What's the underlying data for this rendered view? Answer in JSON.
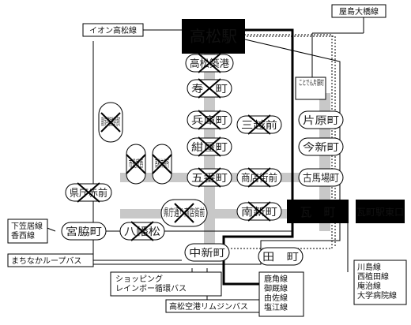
{
  "hub_main": "高松駅",
  "hub_kawaramachi": "瓦　町",
  "hub_kawaramachi_east": "瓦町駅東口",
  "stops": {
    "takamatsu_port": "高松築港",
    "kotobuki": "寿　町",
    "hyogo": "兵庫町",
    "kataharamachi_kotoden": "高松琴平電気鉄道片原町",
    "sanwa": "三越前",
    "katahara": "片原町",
    "imashinmachi": "今新町",
    "kon": "紺屋町",
    "shiyakusho": "市役所西",
    "takamatsu_yakusho": "高松市役所",
    "gobancho": "五番町",
    "shotengai": "商店街前",
    "furubaba": "古馬場町",
    "kencho": "県庁赤前",
    "kenchodori": "県庁通り商店街前",
    "minamishinmachi": "南新町",
    "miyawaki": "宮脇町",
    "hachimansai": "八幡松",
    "nakashinmachi": "中新町",
    "denmachi": "田　町"
  },
  "kotoden_box": "ことでん片原町",
  "labels": {
    "aeon": "イオン高松線",
    "yashima": "屋島大橋線",
    "shimokasai": "下笠居線\n香西線",
    "machinaka": "まちなかループバス",
    "shopping": "ショッピング\nレインボー循環バス",
    "airport": "高松空港リムジンバス",
    "kanoike": "鹿角線\n御厩線\n由佐線\n塩江線",
    "kawashima": "川島線\n西植田線\n庵治線\n大学病院線"
  }
}
